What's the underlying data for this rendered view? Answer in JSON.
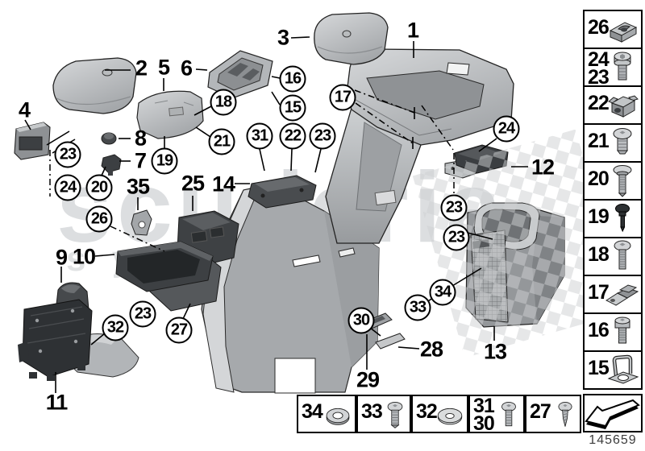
{
  "doc_number": "145659",
  "watermark": {
    "line1": "scuderia",
    "line2": "s y s t e m s"
  },
  "callouts": {
    "plain": [
      "1",
      "2",
      "3",
      "4",
      "5",
      "6",
      "7",
      "8",
      "9",
      "10",
      "11",
      "12",
      "13",
      "14",
      "25",
      "28",
      "29",
      "35"
    ],
    "circled": [
      "16",
      "15",
      "18",
      "21",
      "17",
      "19",
      "23",
      "24",
      "20",
      "26",
      "31",
      "22",
      "23",
      "24",
      "23",
      "23",
      "34",
      "33",
      "30",
      "32",
      "23",
      "27"
    ]
  },
  "sidebar": {
    "boxes": [
      {
        "numbers": [
          "26"
        ],
        "icon": "speed-nut"
      },
      {
        "numbers": [
          "24",
          "23"
        ],
        "icon": "torx-bolt"
      },
      {
        "numbers": [
          "22"
        ],
        "icon": "cage-nut"
      },
      {
        "numbers": [
          "21"
        ],
        "icon": "pan-head-screw"
      },
      {
        "numbers": [
          "20"
        ],
        "icon": "long-screw"
      },
      {
        "numbers": [
          "19"
        ],
        "icon": "expanding-rivet"
      },
      {
        "numbers": [
          "18"
        ],
        "icon": "long-screw"
      },
      {
        "numbers": [
          "17"
        ],
        "icon": "bracket-plate"
      },
      {
        "numbers": [
          "16"
        ],
        "icon": "cheese-head-screw"
      },
      {
        "numbers": [
          "15"
        ],
        "icon": "bail-clip"
      }
    ]
  },
  "bottom_strip": {
    "boxes": [
      {
        "numbers": [
          "34"
        ],
        "icon": "washer"
      },
      {
        "numbers": [
          "33"
        ],
        "icon": "screw"
      },
      {
        "numbers": [
          "32"
        ],
        "icon": "washer"
      },
      {
        "numbers": [
          "31",
          "30"
        ],
        "icon": "screw"
      },
      {
        "numbers": [
          "27"
        ],
        "icon": "tapping-screw"
      }
    ]
  }
}
